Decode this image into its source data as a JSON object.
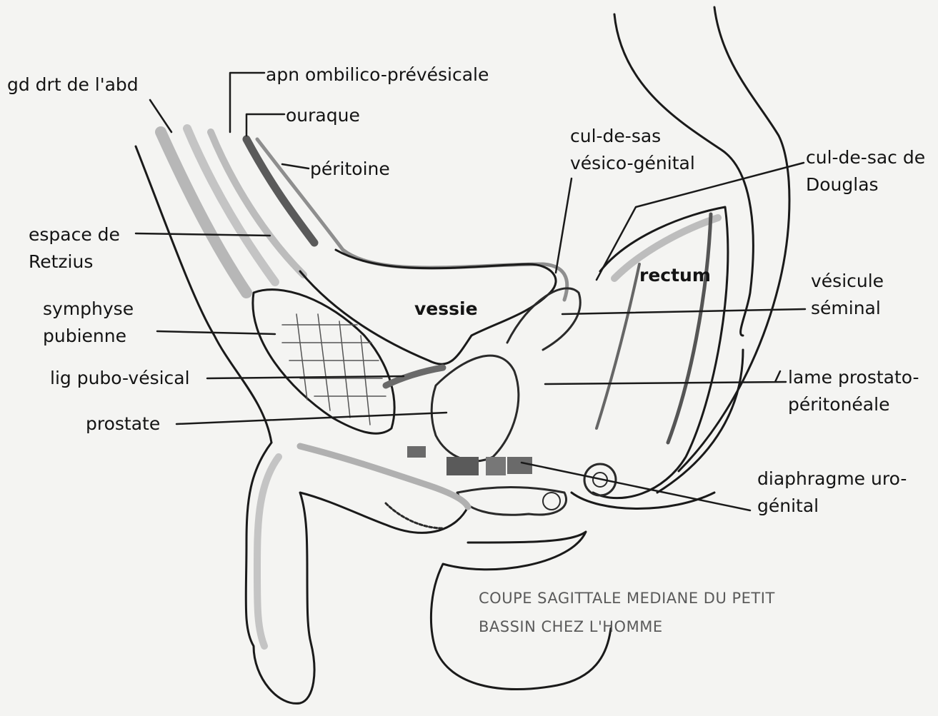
{
  "labels": {
    "gd_drt": "gd drt de l'abd",
    "apn": "apn ombilico-prévésicale",
    "ouraque": "ouraque",
    "peritoine": "péritoine",
    "espace_line1": "espace de",
    "espace_line2": "Retzius",
    "symphyse_line1": "symphyse",
    "symphyse_line2": "pubienne",
    "lig": "lig pubo-vésical",
    "prostate": "prostate",
    "vessie": "vessie",
    "rectum": "rectum",
    "culdesas_line1": "cul-de-sas",
    "culdesas_line2": "vésico-génital",
    "douglas_line1": "cul-de-sac de",
    "douglas_line2": "Douglas",
    "vesicule_line1": "vésicule",
    "vesicule_line2": "séminal",
    "lame_line1": "lame prostato-",
    "lame_line2": "péritonéale",
    "diaphragme_line1": "diaphragme uro-",
    "diaphragme_line2": "génital"
  },
  "caption": {
    "line1": "COUPE SAGITTALE MEDIANE DU PETIT",
    "line2": "BASSIN CHEZ L'HOMME"
  }
}
